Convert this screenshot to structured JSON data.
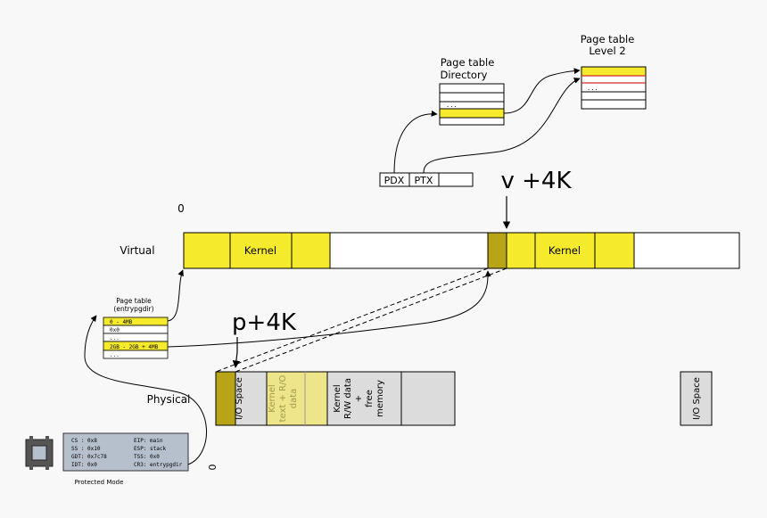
{
  "labels": {
    "page_table_directory_line1": "Page table",
    "page_table_directory_line2": "Directory",
    "page_table_level2_line1": "Page table",
    "page_table_level2_line2": "Level 2",
    "pdx": "PDX",
    "ptx": "PTX",
    "v_plus_4k": "v +4K",
    "p_plus_4k": "p+4K",
    "zero_virtual": "0",
    "zero_physical": "0",
    "virtual": "Virtual",
    "physical": "Physical",
    "kernel_virtual_1": "Kernel",
    "kernel_virtual_2": "Kernel",
    "io_space_1": "I/O Space",
    "kernel_text_line1": "Kernel",
    "kernel_text_line2": "text + R/O",
    "kernel_text_line3": "data",
    "kernel_rw_line1": "Kernel",
    "kernel_rw_line2": "R/W data",
    "kernel_rw_line3": "+",
    "kernel_rw_line4": "free",
    "kernel_rw_line5": "memory",
    "io_space_2": "I/O Space",
    "pt_entry_line1": "Page table",
    "pt_entry_line2": "(entrypgdir)",
    "pt_entry_rows": [
      "0 - 4MB",
      "0x0",
      "...",
      "2GB - 2GB + 4MB",
      "..."
    ],
    "pd_ellipsis": "...",
    "l2_ellipsis": "...",
    "protected_mode": "Protected Mode"
  },
  "cpu_registers": [
    {
      "left": "CS : 0x8",
      "right": "EIP: main"
    },
    {
      "left": "SS : 0x10",
      "right": "ESP: stack"
    },
    {
      "left": "GDT: 0x7c78",
      "right": "TSS: 0x0"
    },
    {
      "left": "IDT: 0x0",
      "right": "CR3: entrypgdir"
    }
  ],
  "colors": {
    "yellow": "#f6ea2d",
    "olive": "#b7a417",
    "pale_yellow": "#eee48a",
    "pale_text": "#a39a4d",
    "gray": "#dcdcdc",
    "cpu_box": "#b6c0cc",
    "red_line": "#d22a2a"
  }
}
